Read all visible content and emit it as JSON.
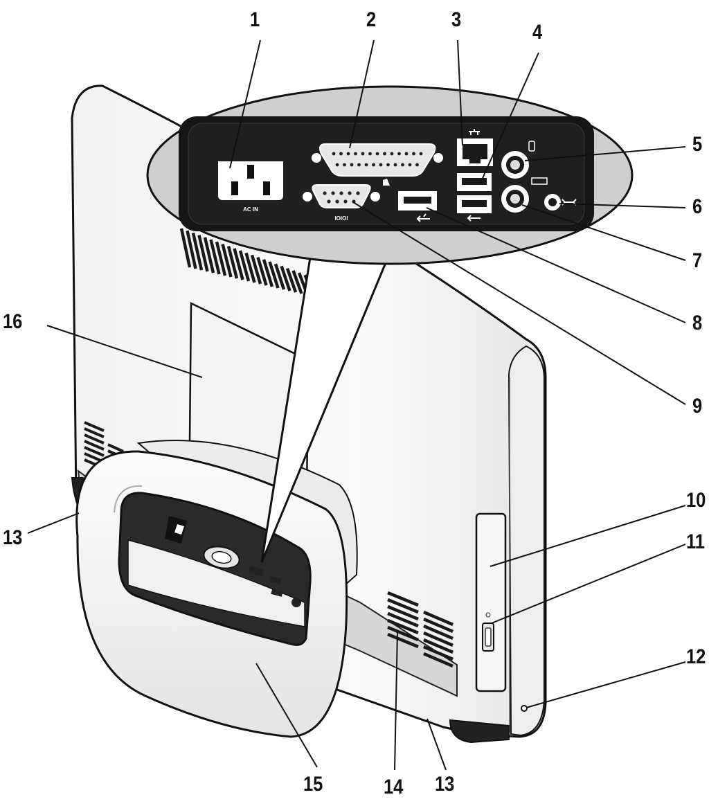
{
  "callouts": [
    "1",
    "2",
    "3",
    "4",
    "5",
    "6",
    "7",
    "8",
    "9",
    "10",
    "11",
    "12",
    "13",
    "13",
    "14",
    "15",
    "16"
  ],
  "port_labels": {
    "power": "AC IN",
    "serial": "IOIOI"
  },
  "colors": {
    "line": "#111111",
    "panel_dark": "#151515",
    "inset_frame": "#cfcfcf",
    "body_light": "#fafafa",
    "shading": "#d5d5d5"
  }
}
